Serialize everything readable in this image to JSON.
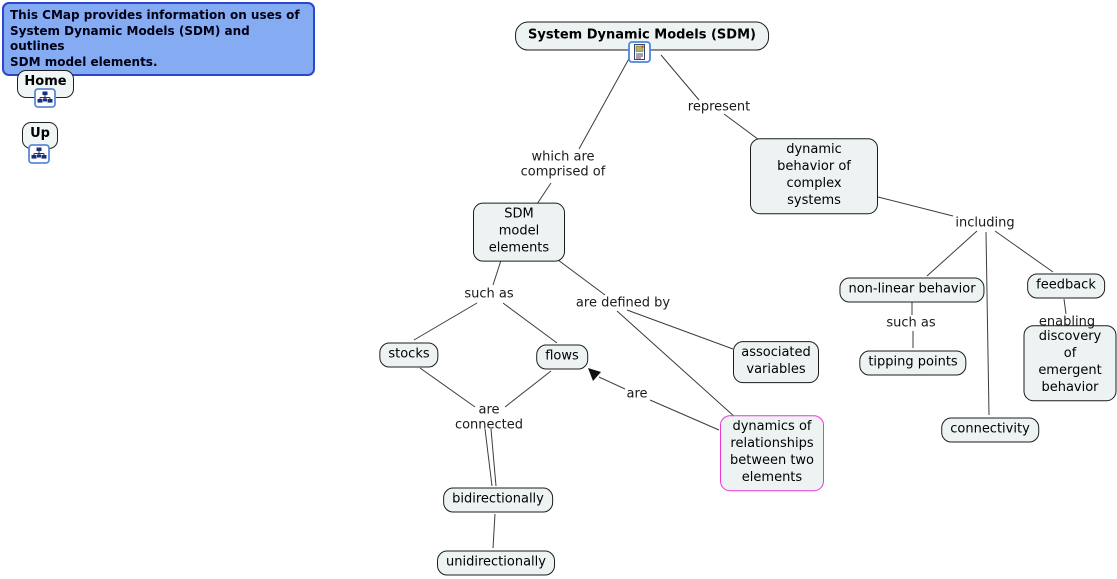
{
  "info_box": {
    "text": "This CMap provides information on uses of\nSystem Dynamic Models (SDM) and outlines\nSDM model elements."
  },
  "nav": {
    "home": "Home",
    "up": "Up"
  },
  "icons": {
    "home": "sitemap-icon",
    "up": "sitemap-icon",
    "sdm_resource": "document-icon"
  },
  "nodes": {
    "sdm": "System Dynamic Models (SDM)",
    "dynamic_behavior": "dynamic behavior of complex systems",
    "sdm_elements": "SDM model elements",
    "stocks": "stocks",
    "flows": "flows",
    "associated_variables": "associated variables",
    "dynamics_relationships": "dynamics of relationships between two elements",
    "nonlinear": "non-linear behavior",
    "feedback": "feedback",
    "tipping_points": "tipping points",
    "discovery": "discovery of emergent behavior",
    "connectivity": "connectivity",
    "bidirectionally": "bidirectionally",
    "unidirectionally": "unidirectionally"
  },
  "link_labels": {
    "represent": "represent",
    "comprised": "which are\ncomprised of",
    "such_as_left": "such as",
    "are_defined_by": "are defined by",
    "are": "are",
    "including": "including",
    "such_as_right": "such as",
    "enabling": "enabling",
    "are_connected": "are\nconnected"
  },
  "colors": {
    "node_fill": "#edf3f3",
    "node_border": "#1c1c1c",
    "highlight_border": "#e93ad6",
    "info_fill": "#85abf3",
    "info_border": "#2b46cf",
    "line": "#3c3c3c",
    "label": "#1a1a1a"
  }
}
